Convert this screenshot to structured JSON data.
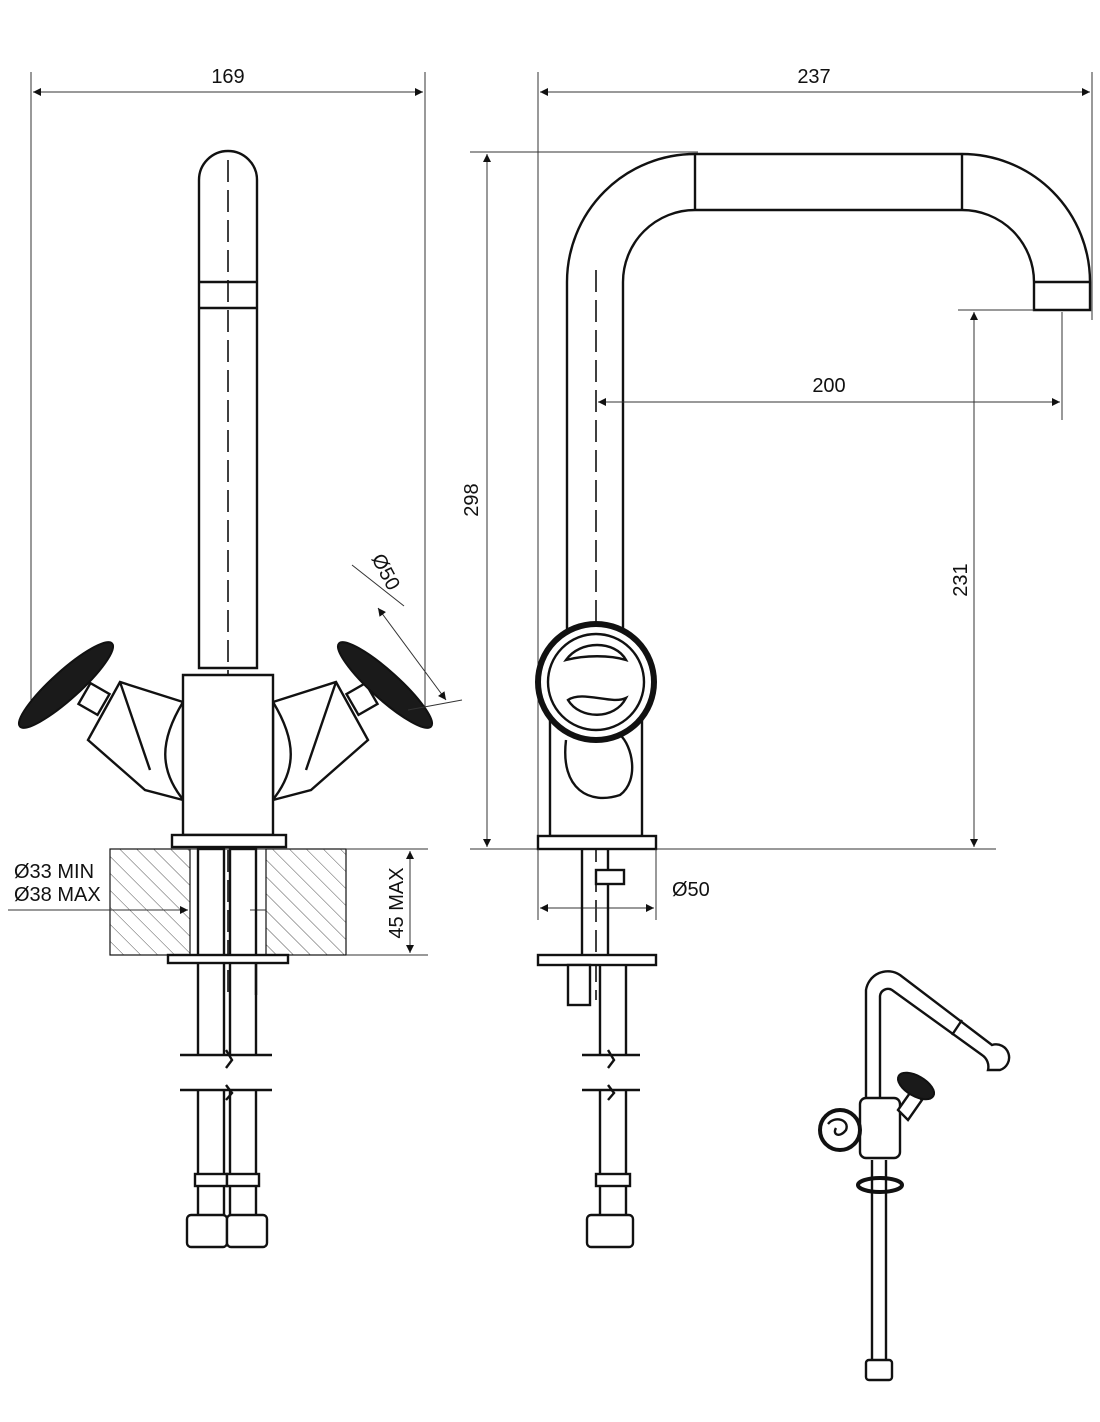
{
  "dimensions": {
    "front_width": "169",
    "side_width": "237",
    "total_height": "298",
    "spout_reach": "200",
    "spout_height": "231",
    "handle_diameter": "Ø50",
    "base_diameter": "Ø50",
    "hole_min": "Ø33 MIN",
    "hole_max": "Ø38 MAX",
    "deck_thickness": "45 MAX"
  },
  "colors": {
    "line": "#111111",
    "hatch": "#555555",
    "background": "#ffffff"
  }
}
